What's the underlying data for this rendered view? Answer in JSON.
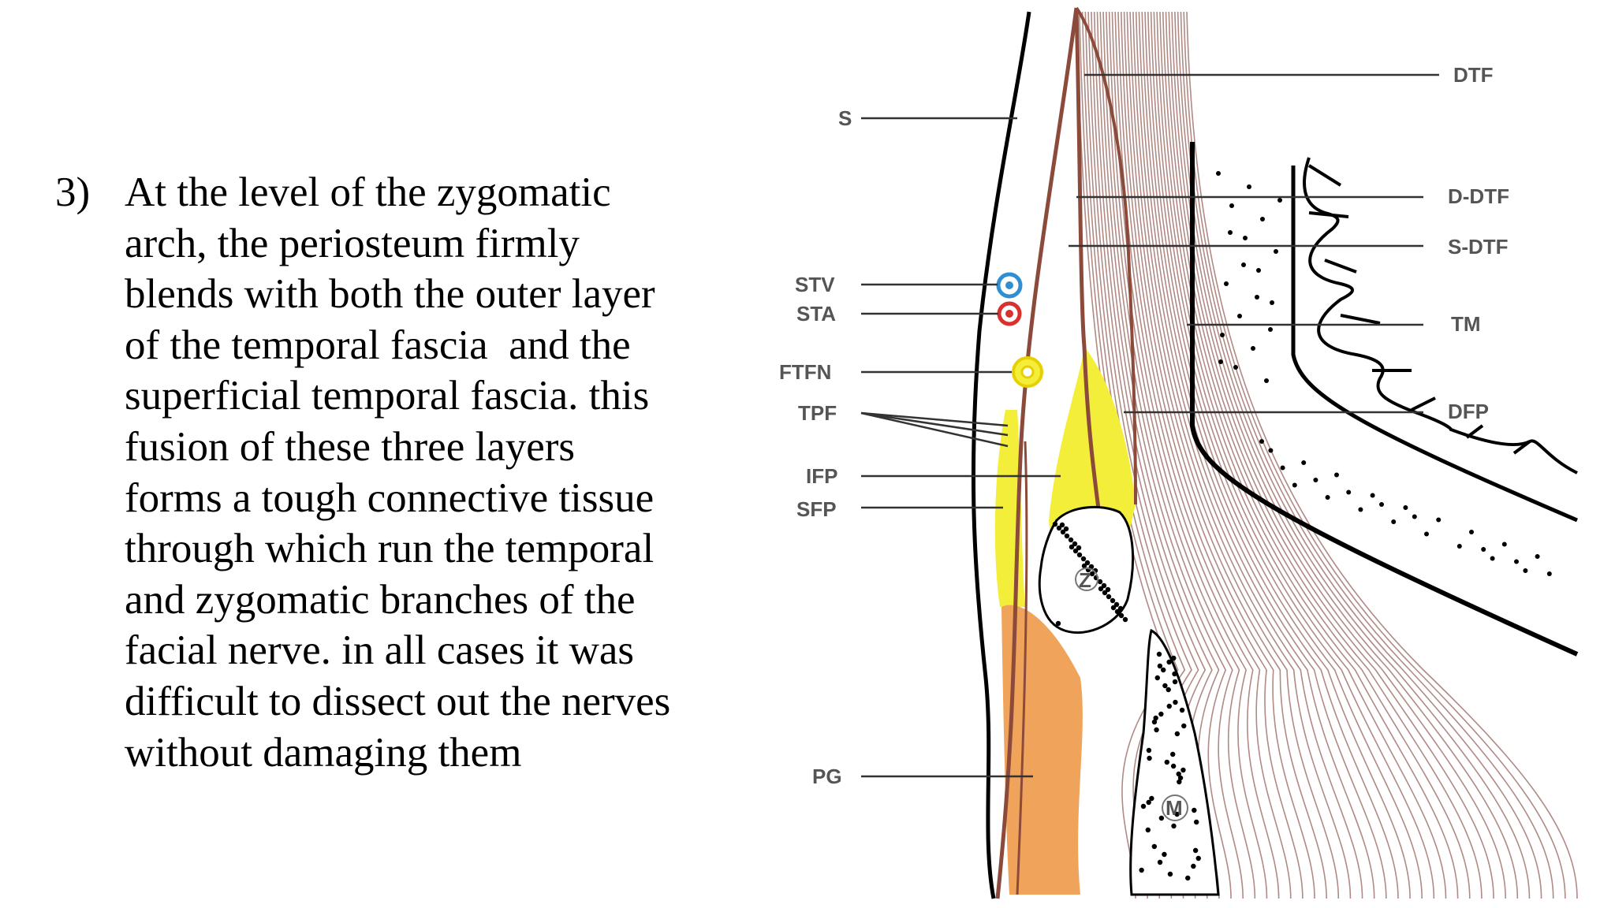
{
  "point": {
    "number": "3)",
    "lines": [
      "At the level of the zygomatic",
      "arch, the periosteum firmly",
      "blends with both the outer layer",
      "of the temporal fascia  and the",
      "superficial temporal fascia. this",
      "fusion of these three layers",
      "forms a tough connective tissue",
      "through which run the temporal",
      "and zygomatic branches of the",
      "facial nerve. in all cases it was",
      "difficult to dissect out the nerves",
      "without damaging them"
    ]
  },
  "figure": {
    "labels": {
      "s": "S",
      "stv": "STV",
      "sta": "STA",
      "ftfn": "FTFN",
      "tpf": "TPF",
      "ifp": "IFP",
      "sfp": "SFP",
      "pg": "PG",
      "dtf": "DTF",
      "d_dtf": "D-DTF",
      "s_dtf": "S-DTF",
      "tm": "TM",
      "dfp": "DFP",
      "z": "Z",
      "m": "M"
    },
    "colors": {
      "fat_yellow": "#f2ee3a",
      "gland_orange": "#f0a35a",
      "fascia_brown": "#8b4a3a",
      "muscle_line": "#b08a84",
      "vein_blue": "#2f8fd0",
      "artery_red": "#d9322e",
      "nerve_yellow": "#e8d000"
    }
  }
}
